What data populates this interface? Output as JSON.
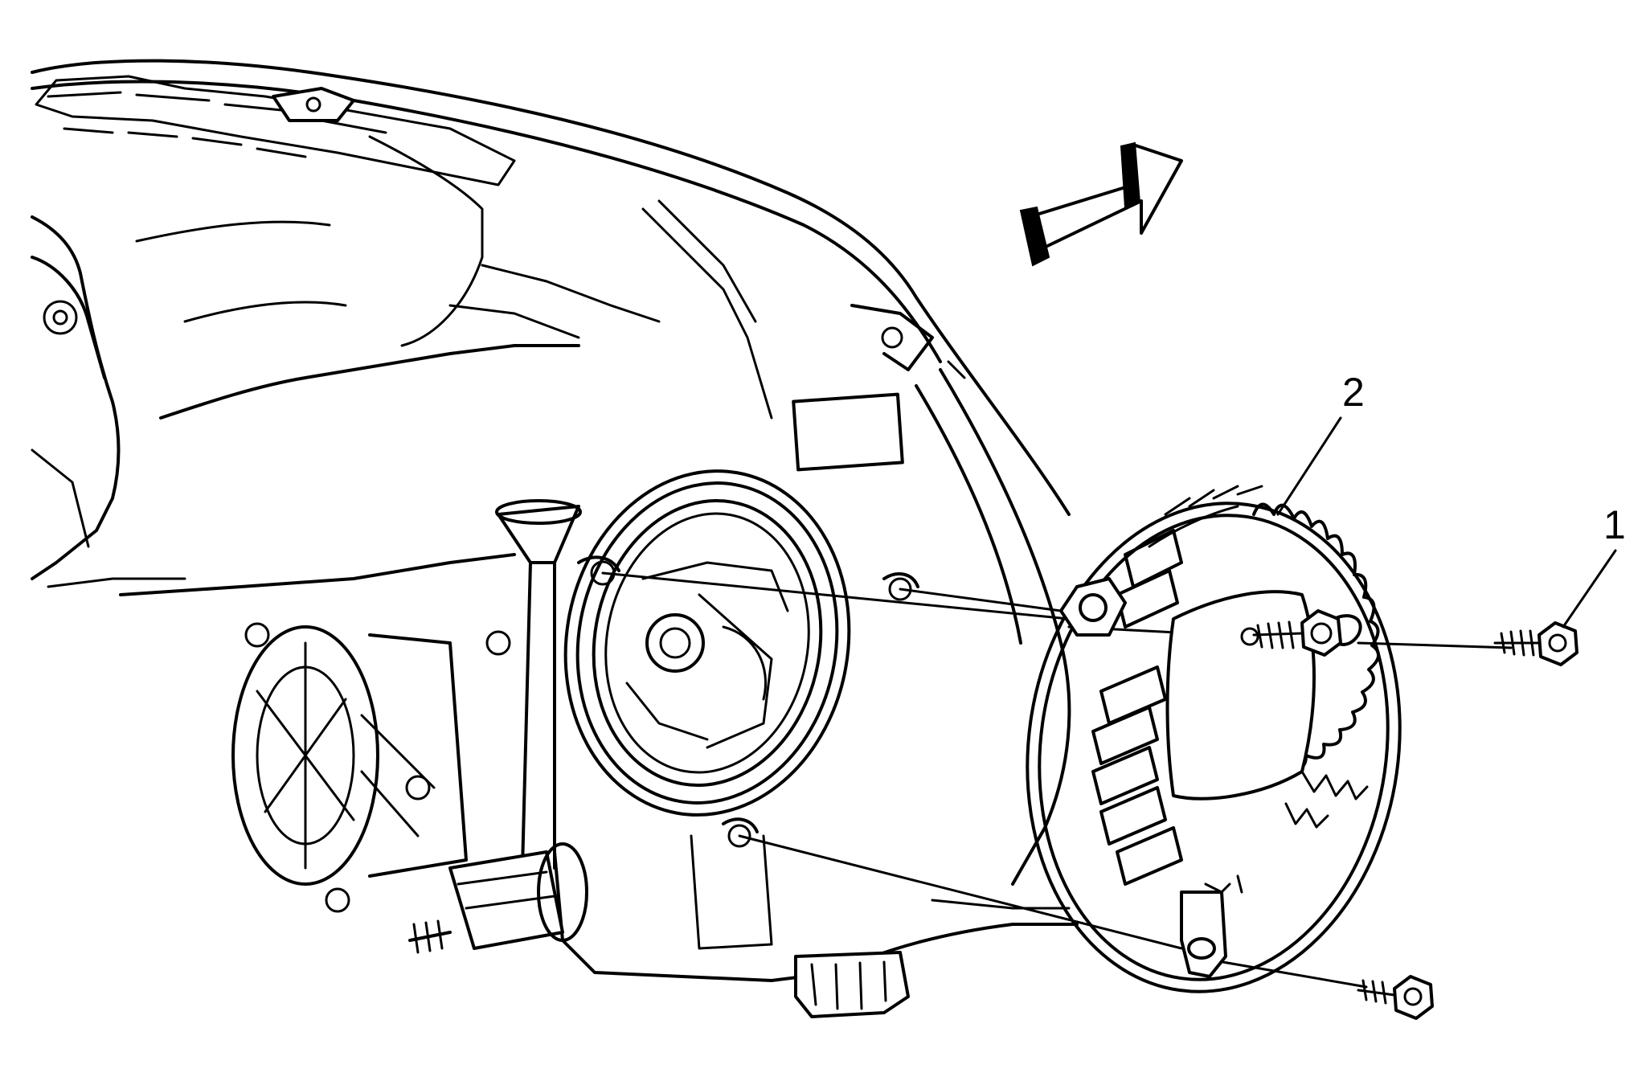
{
  "figure": {
    "callouts": [
      {
        "id": "1",
        "label": "1"
      },
      {
        "id": "2",
        "label": "2"
      }
    ],
    "parts": [
      "headlamp-housing",
      "bulb-socket-opening",
      "headlamp-cover-with-cooling-fins",
      "cover-mounting-bolt"
    ],
    "direction_arrow": "arrow",
    "line_color": "#000000",
    "background_color": "#ffffff"
  }
}
